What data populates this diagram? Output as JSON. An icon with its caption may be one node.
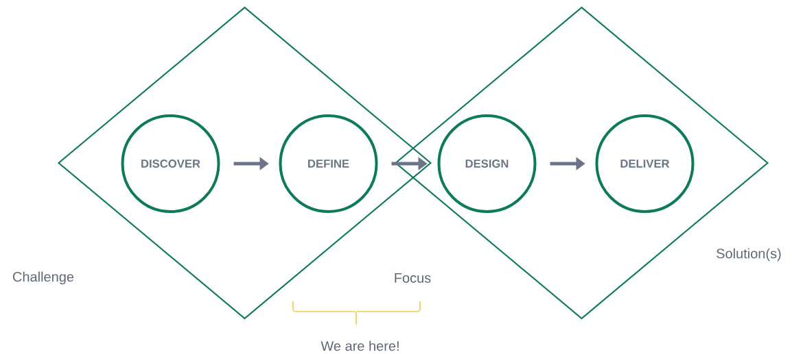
{
  "diagram": {
    "nodes": [
      {
        "text": [],
        "shape": "diamond"
      },
      {
        "text": [
          "DISCOVER"
        ],
        "in": 0
      },
      {
        "text": [
          "DEFINE"
        ],
        "in": 0
      },
      {
        "text": [],
        "shape": "diamond"
      },
      {
        "text": [
          "DESIGN"
        ],
        "in": 3
      },
      {
        "text": [
          "DELIVER"
        ],
        "in": 3
      }
    ],
    "edges": [
      {
        "from": 1,
        "to": 2,
        "arrow": "to"
      },
      {
        "from": 2,
        "to": 4,
        "arrow": "to"
      },
      {
        "from": 4,
        "to": 5,
        "arrow": "to"
      }
    ],
    "labels": [
      "Solution(s)",
      "Challenge",
      "Focus",
      "We are here!"
    ]
  }
}
